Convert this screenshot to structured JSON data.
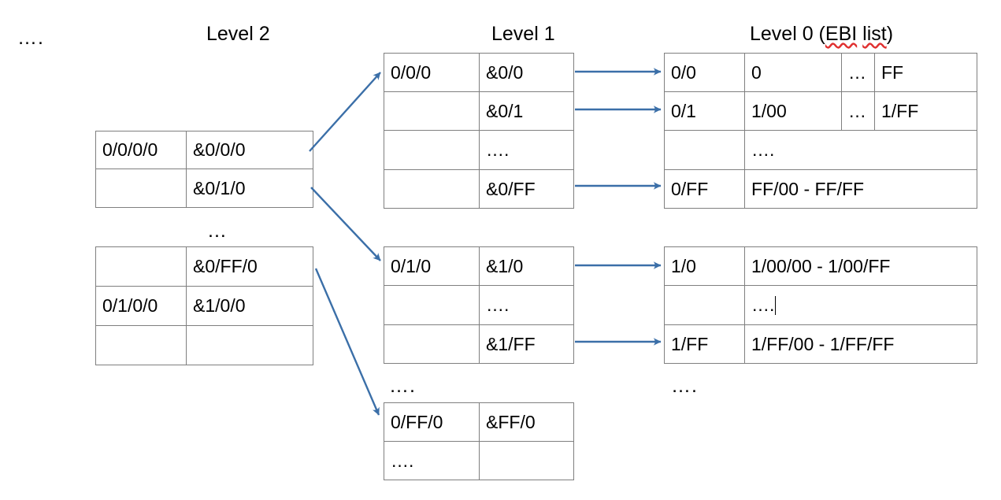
{
  "diagram": {
    "title_level2": "Level 2",
    "title_level1": "Level 1",
    "title_level0_prefix": "Level 0 (",
    "title_level0_word1": "EBI",
    "title_level0_word2": "list",
    "title_level0_suffix": ")",
    "ellipsis_top_left": "….",
    "ellipsis_between_level2": "...",
    "ellipsis_level1_bottom": "….",
    "ellipsis_level0_bottom": "….",
    "arrow_color": "#3b6fa8",
    "border_color": "#7f7f7f",
    "text_color": "#000000"
  },
  "level2": {
    "table_a": {
      "rows": [
        {
          "key": "0/0/0/0",
          "ptr": "&0/0/0"
        },
        {
          "key": "",
          "ptr": "&0/1/0"
        }
      ]
    },
    "table_b": {
      "rows": [
        {
          "key": "",
          "ptr": "&0/FF/0"
        },
        {
          "key": "0/1/0/0",
          "ptr": "&1/0/0"
        },
        {
          "key": "",
          "ptr": ""
        }
      ]
    }
  },
  "level1": {
    "table_a": {
      "rows": [
        {
          "key": "0/0/0",
          "ptr": "&0/0"
        },
        {
          "key": "",
          "ptr": "&0/1"
        },
        {
          "key": "",
          "ptr": "…."
        },
        {
          "key": "",
          "ptr": "&0/FF"
        }
      ]
    },
    "table_b": {
      "rows": [
        {
          "key": "0/1/0",
          "ptr": "&1/0"
        },
        {
          "key": "",
          "ptr": "…."
        },
        {
          "key": "",
          "ptr": "&1/FF"
        }
      ]
    },
    "table_c": {
      "rows": [
        {
          "key": "0/FF/0",
          "ptr": "&FF/0"
        },
        {
          "key": "….",
          "ptr": ""
        }
      ]
    }
  },
  "level0": {
    "table_a": {
      "rows": [
        {
          "key": "0/0",
          "v1": "0",
          "mid": "…",
          "v2": "FF",
          "merged": false
        },
        {
          "key": "0/1",
          "v1": "1/00",
          "mid": "…",
          "v2": "1/FF",
          "merged": false
        },
        {
          "key": "",
          "v1": "….",
          "merged": true
        },
        {
          "key": "0/FF",
          "v1": "FF/00 - FF/FF",
          "merged": true
        }
      ]
    },
    "table_b": {
      "rows": [
        {
          "key": "1/0",
          "v1": "1/00/00 - 1/00/FF",
          "merged": true,
          "caret": false
        },
        {
          "key": "",
          "v1": "….",
          "merged": true,
          "caret": true
        },
        {
          "key": "1/FF",
          "v1": "1/FF/00 - 1/FF/FF",
          "merged": true,
          "caret": false
        }
      ]
    }
  }
}
